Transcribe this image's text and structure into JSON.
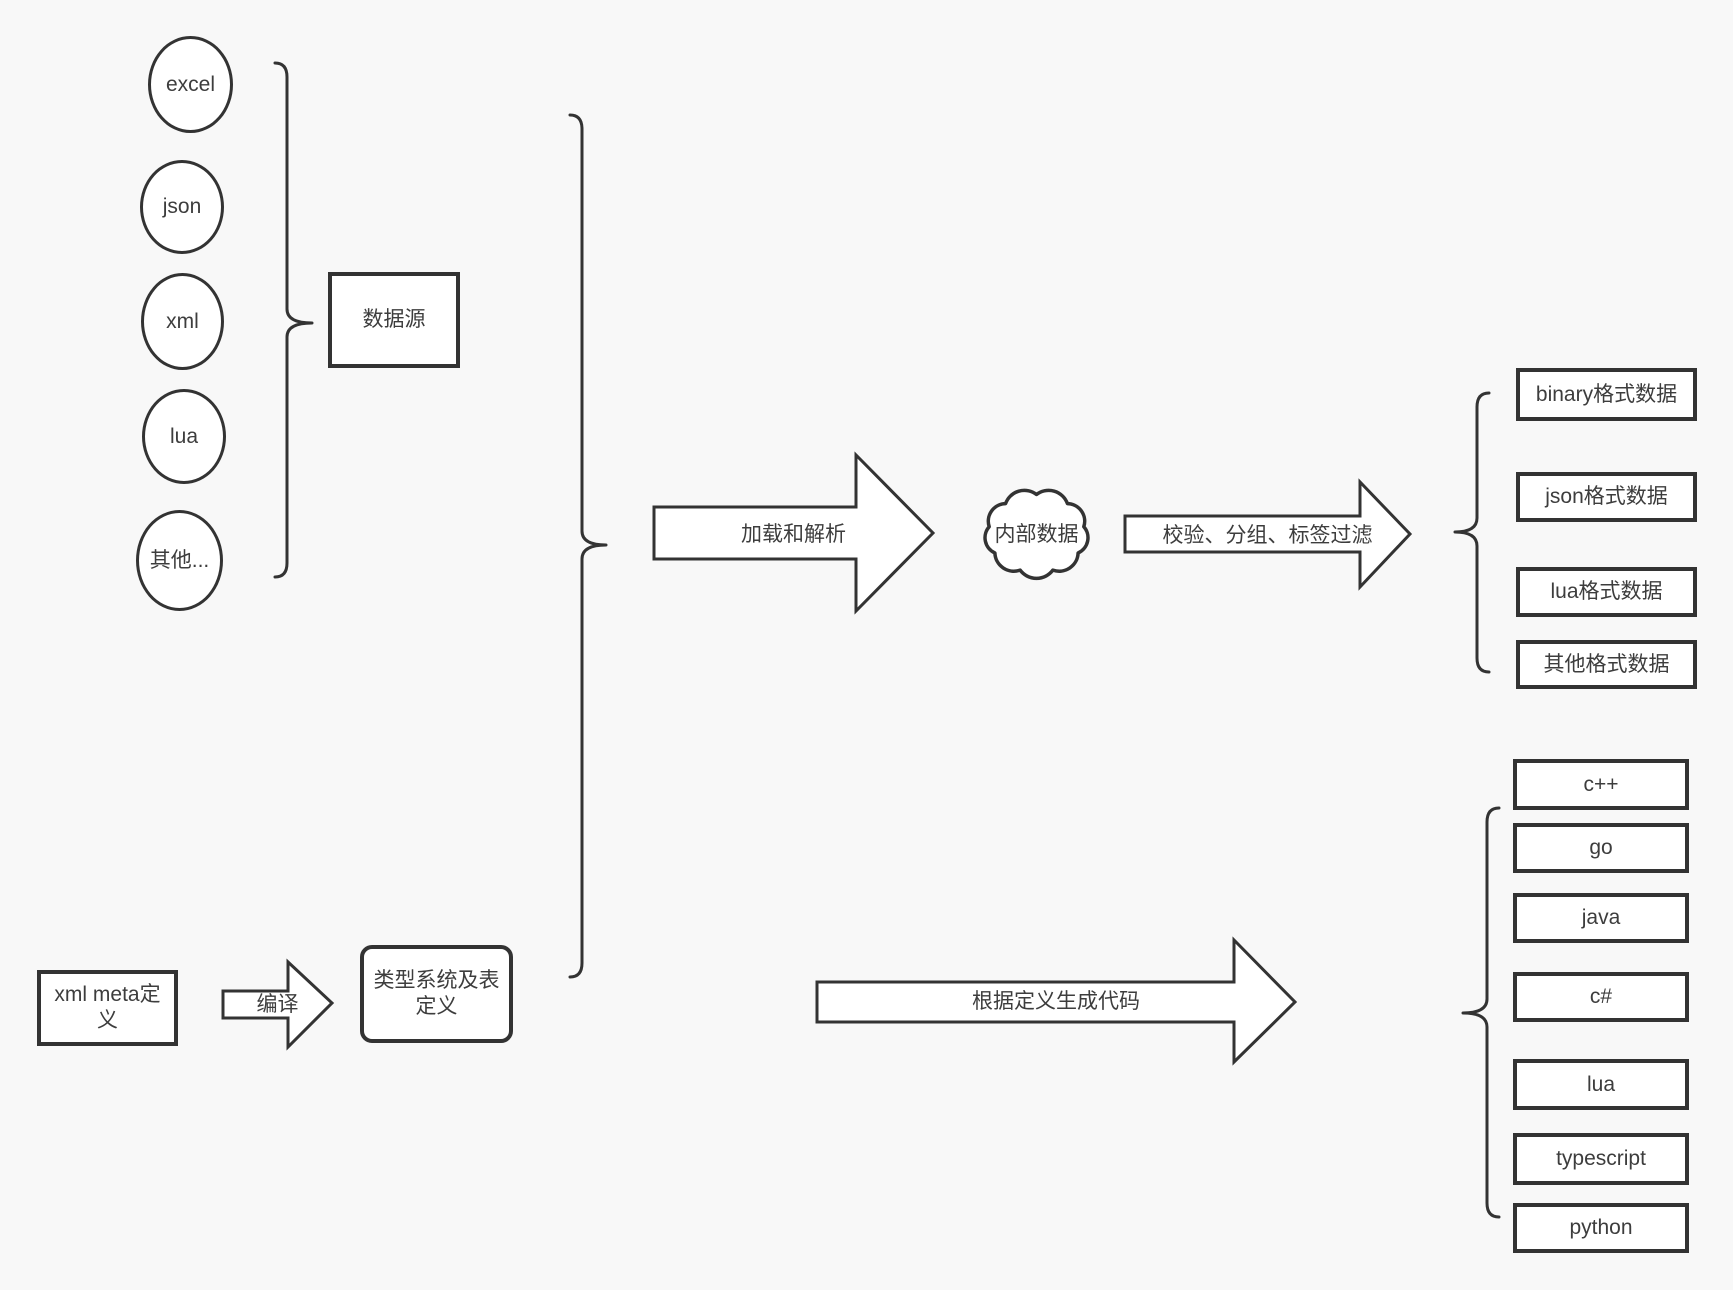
{
  "colors": {
    "background": "#f8f8f8",
    "line": "#333333",
    "text": "#3d3d3d",
    "shape_fill": "#ffffff"
  },
  "sources": {
    "items": [
      "excel",
      "json",
      "xml",
      "lua",
      "其他..."
    ],
    "group_box": "数据源"
  },
  "flow": {
    "load_arrow": "加载和解析",
    "cloud": "内部数据",
    "filter_arrow": "校验、分组、标签过滤"
  },
  "formats": {
    "items": [
      "binary格式数据",
      "json格式数据",
      "lua格式数据",
      "其他格式数据"
    ]
  },
  "definition": {
    "xml_meta_line1": "xml meta定",
    "xml_meta_line2": "义",
    "compile_arrow": "编译",
    "type_system_line1": "类型系统及表",
    "type_system_line2": "定义",
    "generate_arrow": "根据定义生成代码"
  },
  "languages": {
    "items": [
      "c++",
      "go",
      "java",
      "c#",
      "lua",
      "typescript",
      "python"
    ]
  }
}
